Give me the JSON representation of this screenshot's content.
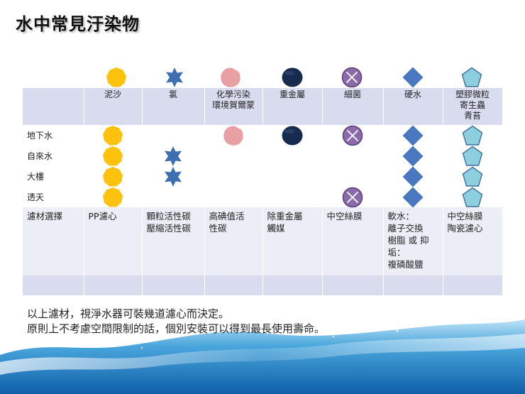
{
  "title": "水中常見汙染物",
  "table": {
    "headers": [
      "",
      "泥沙",
      "氯",
      "化學污染\n環境賀爾蒙",
      "重金屬",
      "細菌",
      "硬水",
      "塑膠微粒\n寄生蟲\n青苔"
    ],
    "rows": [
      {
        "label": "地下水",
        "marks": [
          "sand-icon",
          "",
          "chemical-icon",
          "heavy-metal-icon",
          "bacteria-icon",
          "hard-water-icon",
          "microplastic-icon"
        ]
      },
      {
        "label": "自來水",
        "marks": [
          "sand-icon",
          "chlorine-icon",
          "",
          "",
          "",
          "hard-water-icon",
          "microplastic-icon"
        ]
      },
      {
        "label": "大樓",
        "marks": [
          "sand-icon",
          "chlorine-icon",
          "",
          "",
          "",
          "hard-water-icon",
          "microplastic-icon"
        ]
      },
      {
        "label": "透天",
        "marks": [
          "sand-icon",
          "",
          "",
          "",
          "bacteria-icon",
          "hard-water-icon",
          "microplastic-icon"
        ]
      }
    ],
    "filter_label": "濾材選擇",
    "filters": [
      "PP濾心",
      "顆粒活性碳\n壓縮活性碳",
      "高碘值活\n性碳",
      "除重金屬\n觸媒",
      "中空絲膜",
      "軟水：\n離子交換\n樹脂 或 抑\n垢：\n複磷酸鹽",
      "中空絲膜\n陶瓷濾心"
    ]
  },
  "notes": [
    "以上濾材，視淨水器可裝幾道濾心而決定。",
    "原則上不考慮空間限制的話，個別安裝可以得到最長使用壽命。"
  ],
  "colors": {
    "sand": "#fcc20e",
    "chlorine": "#3e6fb0",
    "chemical": "#e8a0a5",
    "heavy_metal": "#162b4e",
    "bacteria": "#8a6aa8",
    "hard_water": "#4a78c0",
    "microplastic": "#8dcfdf"
  }
}
